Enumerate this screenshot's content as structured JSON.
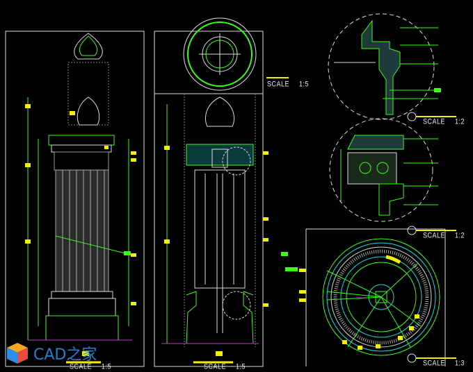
{
  "drawing": {
    "views": [
      {
        "name": "column-elevation",
        "scale_label": "SCALE",
        "scale_value": "1:5"
      },
      {
        "name": "column-top-plan",
        "scale_label": "SCALE",
        "scale_value": "1:5"
      },
      {
        "name": "column-section",
        "scale_label": "SCALE",
        "scale_value": "1:5"
      },
      {
        "name": "detail-1",
        "scale_label": "SCALE",
        "scale_value": "1:2"
      },
      {
        "name": "detail-2",
        "scale_label": "SCALE",
        "scale_value": "1:2"
      },
      {
        "name": "column-plan",
        "scale_label": "SCALE",
        "scale_value": "1:3"
      }
    ],
    "colors": {
      "line": "#ffffff",
      "green": "#39ff14",
      "yellow": "#f2f200",
      "cyan": "#00e5e5",
      "magenta": "#c040c0",
      "gray": "#9a9a9a"
    }
  },
  "watermark": {
    "text": "CAD之家"
  }
}
